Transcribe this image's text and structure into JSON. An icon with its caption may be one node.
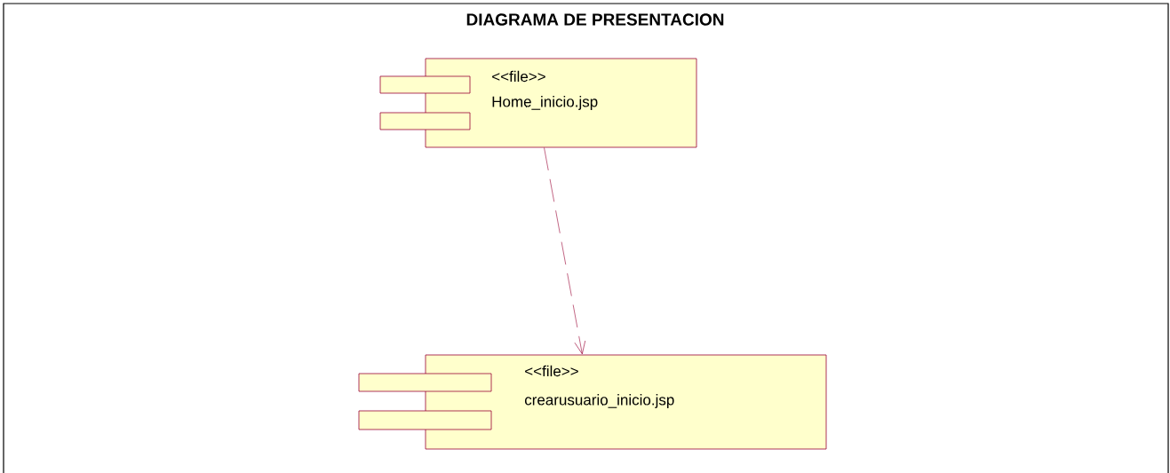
{
  "diagram": {
    "title": "DIAGRAMA DE PRESENTACION",
    "nodes": [
      {
        "text": [
          "<<file>>",
          "Home_inicio.jsp"
        ]
      },
      {
        "text": [
          "<<file>>",
          "crearusuario_inicio.jsp"
        ]
      }
    ],
    "edges": [
      {
        "from": 0,
        "to": 1,
        "arrow": "to",
        "style": "dashed",
        "color": "#990033"
      }
    ]
  }
}
